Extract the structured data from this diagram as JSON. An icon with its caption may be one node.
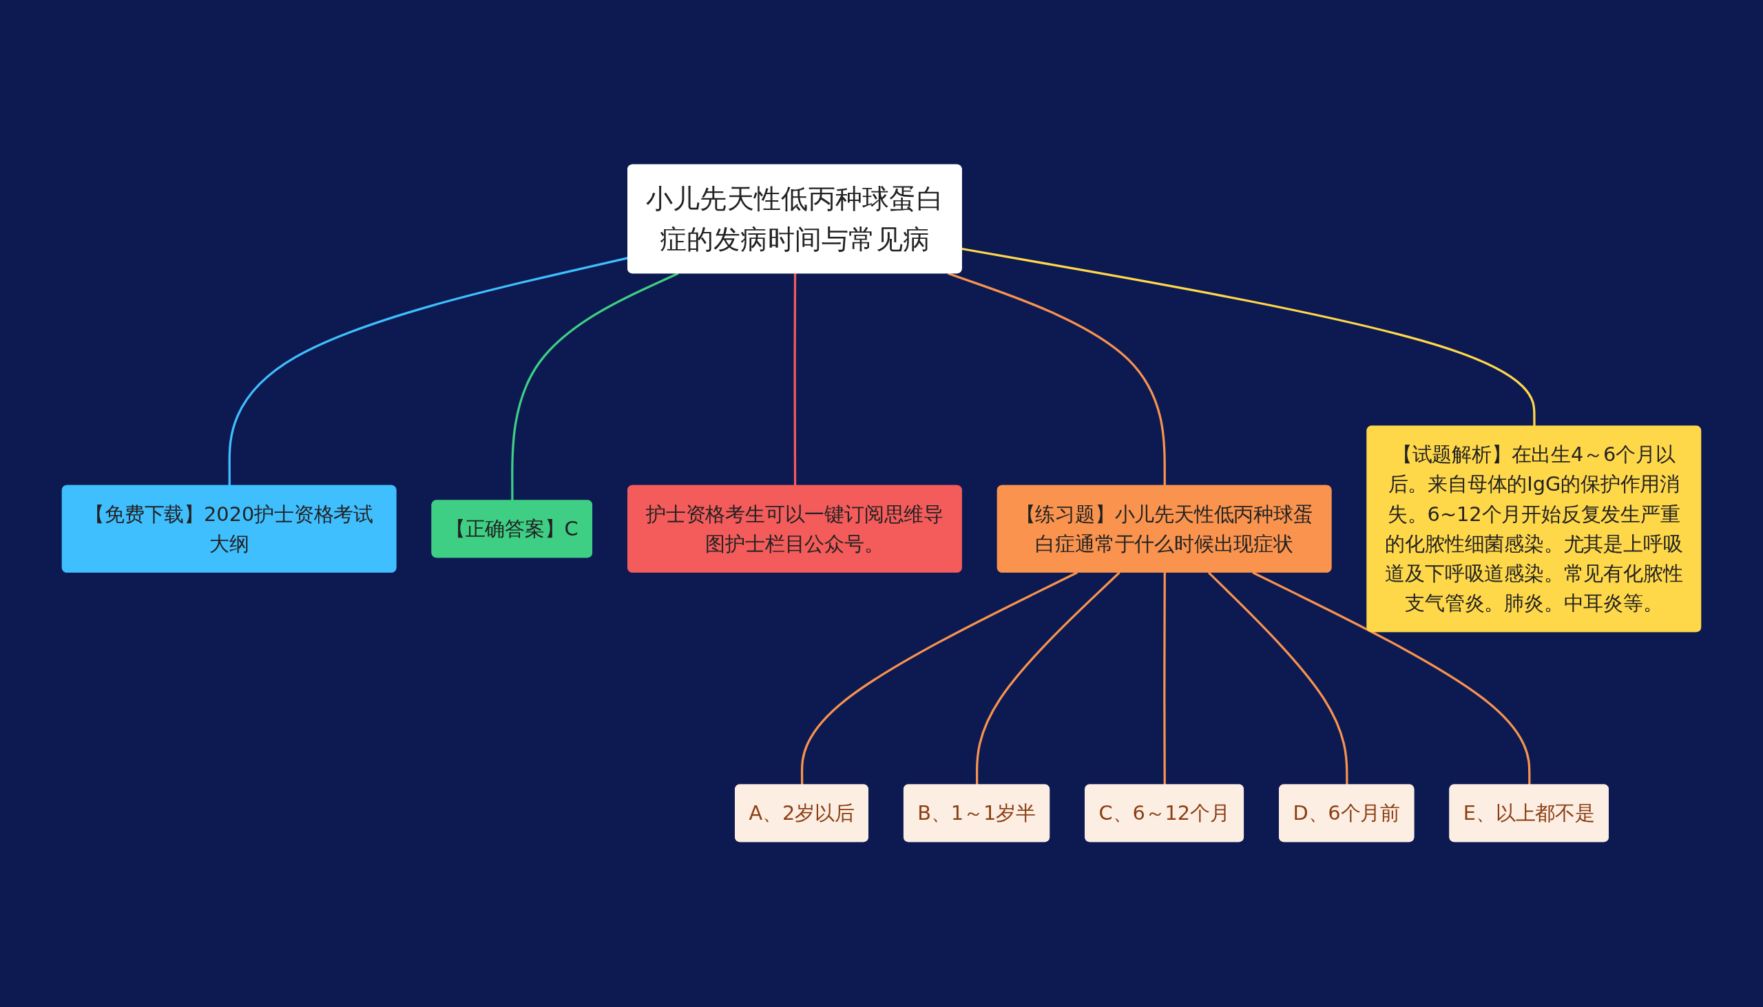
{
  "diagram": {
    "nodes": [
      {
        "text": [
          "小儿先天性低丙种球蛋白症的发病时间与常见病"
        ]
      },
      {
        "text": [
          "【免费下载】2020护士资格考试大纲"
        ]
      },
      {
        "text": [
          "【正确答案】C"
        ]
      },
      {
        "text": [
          "护士资格考生可以一键订阅思维导图护士栏目公众号。"
        ]
      },
      {
        "text": [
          "【练习题】小儿先天性低丙种球蛋白症通常于什么时候出现症状"
        ]
      },
      {
        "text": [
          "A、2岁以后"
        ]
      },
      {
        "text": [
          "B、1～1岁半"
        ]
      },
      {
        "text": [
          "C、6～12个月"
        ]
      },
      {
        "text": [
          "D、6个月前"
        ]
      },
      {
        "text": [
          "E、以上都不是"
        ]
      },
      {
        "text": [
          "【试题解析】在出生4～6个月以后。来自母体的IgG的保护作用消失。6~12个月开始反复发生严重的化脓性细菌感染。尤其是上呼吸道及下呼吸道感染。常见有化脓性支气管炎。肺炎。中耳炎等。"
        ]
      }
    ],
    "edges": [
      {
        "from": 0,
        "to": 1,
        "arrow": "none",
        "color": "#3fbfff"
      },
      {
        "from": 0,
        "to": 2,
        "arrow": "none",
        "color": "#3ecf84"
      },
      {
        "from": 0,
        "to": 3,
        "arrow": "none",
        "color": "#f45b5b"
      },
      {
        "from": 0,
        "to": 4,
        "arrow": "none"
      },
      {
        "from": 0,
        "to": 10,
        "arrow": "none",
        "color": "#ffd84a"
      },
      {
        "from": 4,
        "to": 5,
        "arrow": "none"
      },
      {
        "from": 4,
        "to": 6,
        "arrow": "none"
      },
      {
        "from": 4,
        "to": 7,
        "arrow": "none"
      },
      {
        "from": 4,
        "to": 8,
        "arrow": "none"
      },
      {
        "from": 4,
        "to": 9,
        "arrow": "none"
      }
    ]
  }
}
